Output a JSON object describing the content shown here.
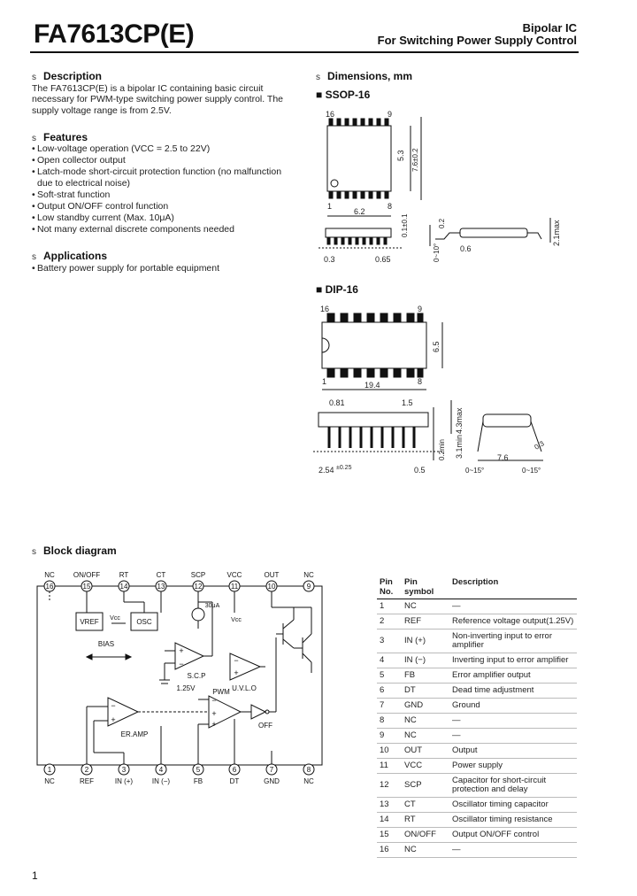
{
  "header": {
    "title": "FA7613CP(E)",
    "subtitle_line1": "Bipolar IC",
    "subtitle_line2": "For Switching Power Supply Control"
  },
  "description": {
    "bullet": "s",
    "heading": "Description",
    "lines": [
      "The FA7613CP(E) is a bipolar IC containing basic circuit",
      "necessary for PWM-type switching power supply control.  The",
      "supply voltage range is from 2.5V."
    ]
  },
  "features": {
    "bullet": "s",
    "heading": "Features",
    "items": [
      "Low-voltage operation (VCC = 2.5 to 22V)",
      "Open collector output",
      "Latch-mode short-circuit protection function (no malfunction",
      "due to electrical noise)",
      "Soft-strat function",
      "Output ON/OFF control function",
      "Low standby current (Max. 10μA)",
      "Not many external discrete components needed"
    ]
  },
  "applications": {
    "bullet": "s",
    "heading": "Applications",
    "items": [
      "Battery power supply for portable equipment"
    ]
  },
  "dimensions": {
    "bullet": "s",
    "heading": "Dimensions, mm",
    "ssop": {
      "heading": "SSOP-16",
      "labels": {
        "pin16": "16",
        "pin9": "9",
        "pin1": "1",
        "pin8": "8",
        "width": "6.2",
        "height": "5.3",
        "height2": "7.6±0.2",
        "lead": "0.3",
        "pitch": "0.65",
        "thick": "2.1max",
        "lead_len": "0.6",
        "standoff": "0.1±0.1",
        "lead_w": "0.2",
        "angle": "0~10°"
      }
    },
    "dip": {
      "heading": "DIP-16",
      "labels": {
        "pin16": "16",
        "pin9": "9",
        "pin1": "1",
        "pin8": "8",
        "length": "19.4",
        "width": "6.5",
        "top": "0.81",
        "lead_w": "1.5",
        "max_h": "4.3max",
        "body_h": "3.1min",
        "standoff": "0.2min",
        "pitch": "2.54",
        "pitch_tol": "±0.25",
        "lead": "0.5",
        "row": "7.6",
        "lead_t": "0.3",
        "angle1": "0~15°",
        "angle2": "0~15°"
      }
    }
  },
  "block_diagram": {
    "bullet": "s",
    "heading": "Block diagram",
    "top_pins": [
      {
        "num": "16",
        "name": "NC"
      },
      {
        "num": "15",
        "name": "ON/OFF"
      },
      {
        "num": "14",
        "name": "RT"
      },
      {
        "num": "13",
        "name": "CT"
      },
      {
        "num": "12",
        "name": "SCP"
      },
      {
        "num": "11",
        "name": "VCC"
      },
      {
        "num": "10",
        "name": "OUT"
      },
      {
        "num": "9",
        "name": "NC"
      }
    ],
    "bottom_pins": [
      {
        "num": "1",
        "name": "NC"
      },
      {
        "num": "2",
        "name": "REF"
      },
      {
        "num": "3",
        "name": "IN (+)"
      },
      {
        "num": "4",
        "name": "IN (−)"
      },
      {
        "num": "5",
        "name": "FB"
      },
      {
        "num": "6",
        "name": "DT"
      },
      {
        "num": "7",
        "name": "GND"
      },
      {
        "num": "8",
        "name": "NC"
      }
    ],
    "blocks": {
      "vref": "VREF",
      "osc": "OSC",
      "vcc_tag": "Vcc",
      "vcc_tag2": "Vcc",
      "bias": "BIAS",
      "current": "30μA",
      "ref_v": "1.25V",
      "scp": "S.C.P",
      "uvlo": "U.V.L.O",
      "pwm": "PWM",
      "er_amp": "ER.AMP",
      "off": "OFF"
    }
  },
  "pin_table": {
    "headers": {
      "no": "Pin No.",
      "symbol": "Pin symbol",
      "desc": "Description"
    },
    "rows": [
      {
        "no": "1",
        "symbol": "NC",
        "desc": "—"
      },
      {
        "no": "2",
        "symbol": "REF",
        "desc": "Reference voltage output(1.25V)"
      },
      {
        "no": "3",
        "symbol": "IN (+)",
        "desc": "Non-inverting input to error amplifier"
      },
      {
        "no": "4",
        "symbol": "IN (−)",
        "desc": "Inverting input to error amplifier"
      },
      {
        "no": "5",
        "symbol": "FB",
        "desc": "Error amplifier output"
      },
      {
        "no": "6",
        "symbol": "DT",
        "desc": "Dead time adjustment"
      },
      {
        "no": "7",
        "symbol": "GND",
        "desc": "Ground"
      },
      {
        "no": "8",
        "symbol": "NC",
        "desc": "—"
      },
      {
        "no": "9",
        "symbol": "NC",
        "desc": "—"
      },
      {
        "no": "10",
        "symbol": "OUT",
        "desc": "Output"
      },
      {
        "no": "11",
        "symbol": "VCC",
        "desc": "Power supply"
      },
      {
        "no": "12",
        "symbol": "SCP",
        "desc": "Capacitor for short-circuit protection and delay"
      },
      {
        "no": "13",
        "symbol": "CT",
        "desc": "Oscillator timing capacitor"
      },
      {
        "no": "14",
        "symbol": "RT",
        "desc": "Oscillator timing resistance"
      },
      {
        "no": "15",
        "symbol": "ON/OFF",
        "desc": "Output ON/OFF control"
      },
      {
        "no": "16",
        "symbol": "NC",
        "desc": "—"
      }
    ]
  },
  "footer": {
    "page": "1"
  }
}
